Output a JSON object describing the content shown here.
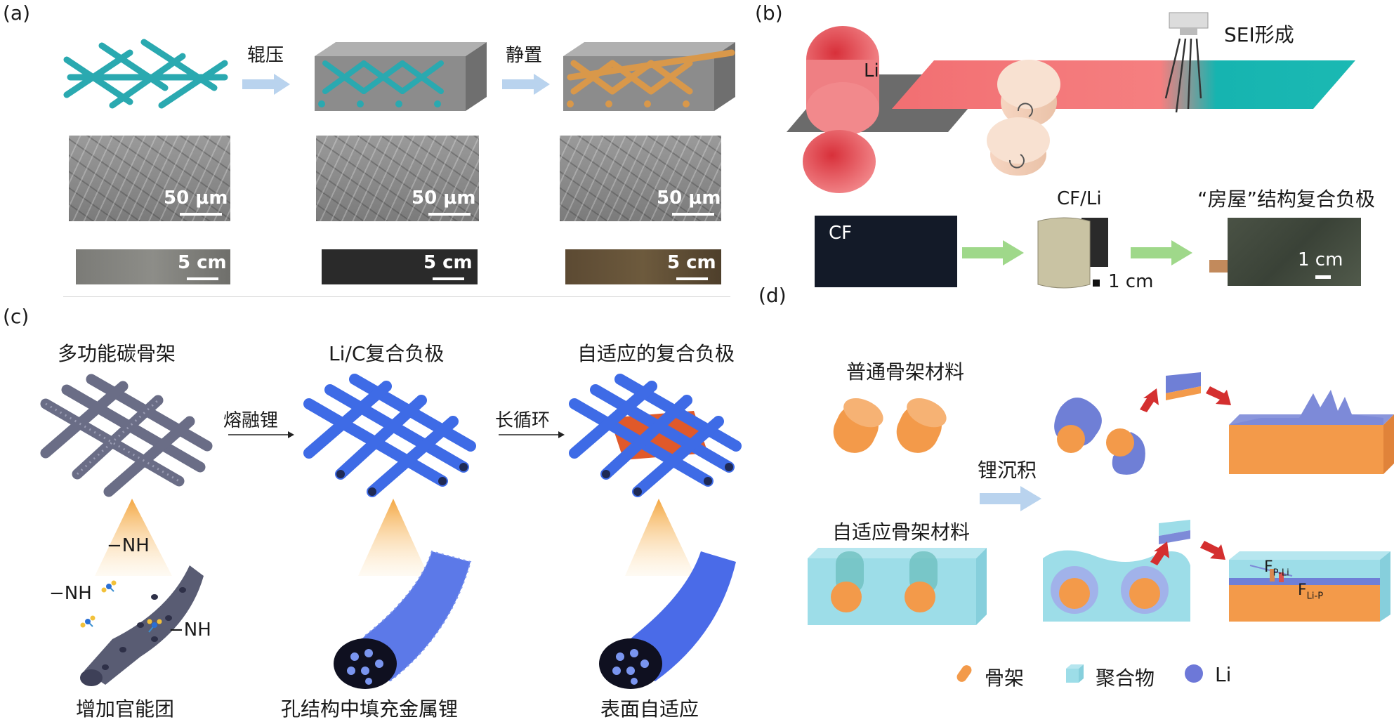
{
  "panel_labels": {
    "a": "(a)",
    "b": "(b)",
    "c": "(c)",
    "d": "(d)"
  },
  "panel_a": {
    "step1": "辊压",
    "step2": "静置",
    "sem_scale": "50 μm",
    "photo_scale": "5 cm"
  },
  "panel_b": {
    "li": "Li",
    "sei": "SEI形成",
    "cf": "CF",
    "cf_li": "CF/Li",
    "cf_li_scale": "1 cm",
    "house": "“房屋”结构复合负极",
    "house_scale": "1 cm"
  },
  "panel_c": {
    "title1": "多功能碳骨架",
    "title2": "Li/C复合负极",
    "title3": "自适应的复合负极",
    "arrow1": "熔融锂",
    "arrow2": "长循环",
    "nh": "−NH",
    "cap1": "增加官能团",
    "cap2": "孔结构中填充金属锂",
    "cap3": "表面自适应"
  },
  "panel_d": {
    "normal": "普通骨架材料",
    "adaptive": "自适应骨架材料",
    "deposit": "锂沉积",
    "f1_main": "F",
    "f1_sub": "P-Li",
    "f2_main": "F",
    "f2_sub": "Li-P",
    "legend": [
      "骨架",
      "聚合物",
      "Li"
    ]
  },
  "colors": {
    "teal": "#2fb3bd",
    "orange": "#f39a4a",
    "blue": "#3d63e8",
    "red": "#e23b3b"
  }
}
